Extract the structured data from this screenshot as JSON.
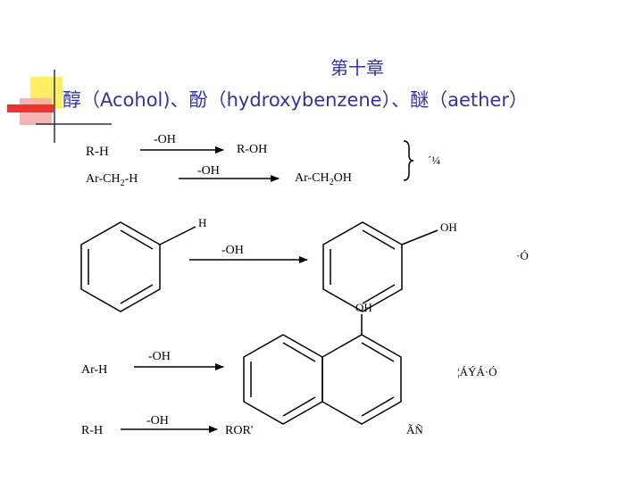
{
  "slide": {
    "chapter": "第十章",
    "title": "醇（Acohol)、酚（hydroxybenzene）、醚（aether）"
  },
  "reactions": {
    "r1": {
      "reactant": "R-H",
      "reagent": "-OH",
      "product": "R-OH"
    },
    "r2": {
      "reactant_pre": "Ar-CH",
      "reactant_sub": "2",
      "reactant_post": "-H",
      "reagent": "-OH",
      "product_pre": "Ar-CH",
      "product_sub": "2",
      "product_post": "OH"
    },
    "group12_label": "´¼",
    "r3": {
      "h_label": "H",
      "reagent": "-OH",
      "oh_label": "OH",
      "class_label": "·Ó"
    },
    "r4": {
      "reactant": "Ar-H",
      "reagent": "-OH",
      "oh_label": "OH",
      "class_label": "¦ÁÝÁ·Ó"
    },
    "r5": {
      "reactant": "R-H",
      "reagent": "-OH",
      "product": "ROR'",
      "class_label": "ÃÑ"
    }
  },
  "colors": {
    "title": "#333399",
    "deco_yellow": "#ffee66",
    "deco_red": "#ee3333",
    "deco_pink": "#f4a8a8"
  }
}
